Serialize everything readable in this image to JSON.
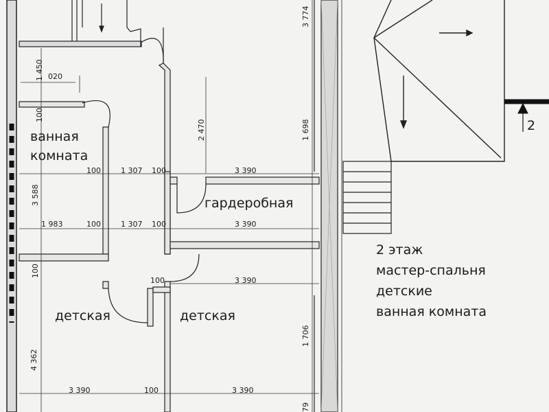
{
  "rooms": {
    "bathroom_line1": "ванная",
    "bathroom_line2": "комната",
    "wardrobe": "гардеробная",
    "kids1": "детская",
    "kids2": "детская"
  },
  "note": {
    "line1": "2 этаж",
    "line2": "мастер-спальня",
    "line3": "детские",
    "line4": "ванная комната"
  },
  "section_marker": "2",
  "dimensions": {
    "h_020": "020",
    "h_100_a": "100",
    "h_1307_a": "1 307",
    "h_100_b": "100",
    "h_3390_a": "3 390",
    "h_1983": "1 983",
    "h_100_c": "100",
    "h_1307_b": "1 307",
    "h_100_d": "100",
    "h_3390_b": "3 390",
    "h_100_e": "100",
    "h_3390_c": "3 390",
    "h_3390_d": "3 390",
    "h_100_f": "100",
    "h_3390_e": "3 390",
    "v_1450": "1 450",
    "v_100_a": "100",
    "v_3588": "3 588",
    "v_100_b": "100",
    "v_4362": "4 362",
    "v_2470": "2 470",
    "v_3774": "3 774",
    "v_1698": "1 698",
    "v_1706": "1 706",
    "v_79": "79"
  }
}
